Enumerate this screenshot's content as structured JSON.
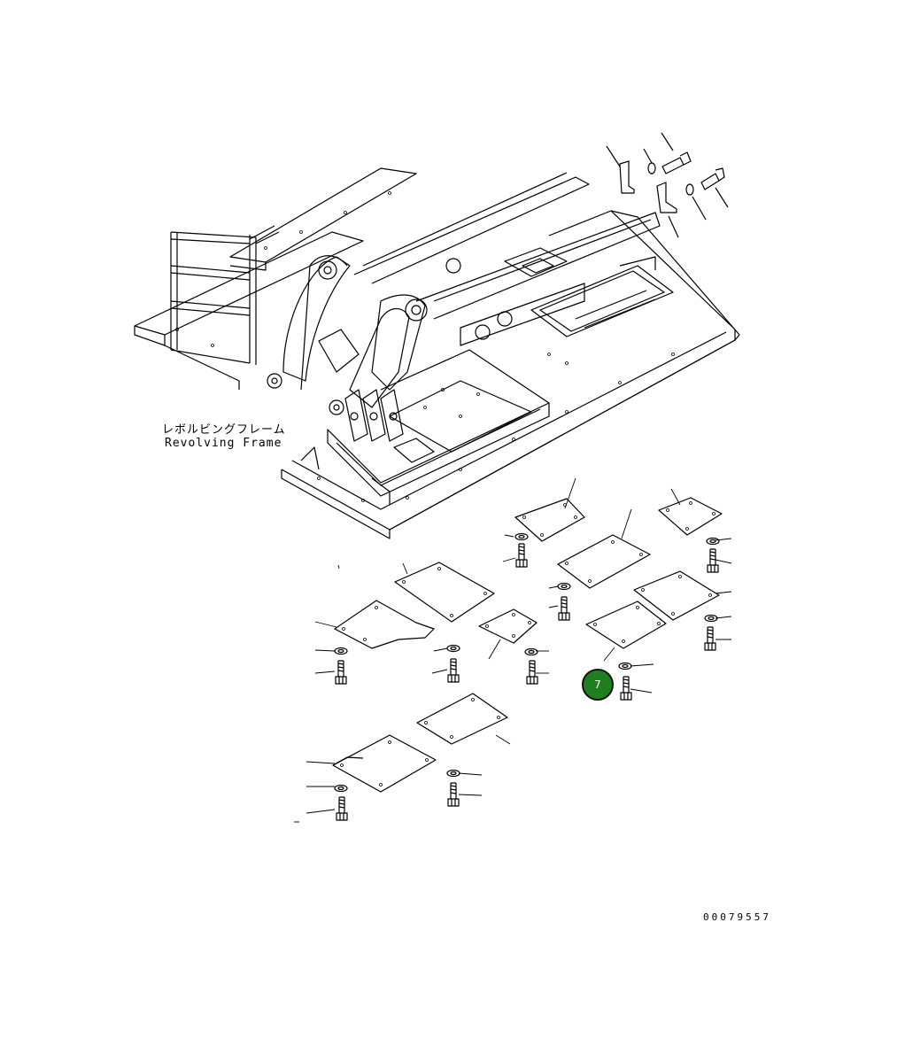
{
  "diagram": {
    "label_japanese": "レボルビングフレーム",
    "label_english": "Revolving Frame",
    "drawing_number": "00079557",
    "callout_number": "7",
    "colors": {
      "line": "#000000",
      "background": "#ffffff",
      "callout_fill": "#1f7f1f"
    }
  }
}
